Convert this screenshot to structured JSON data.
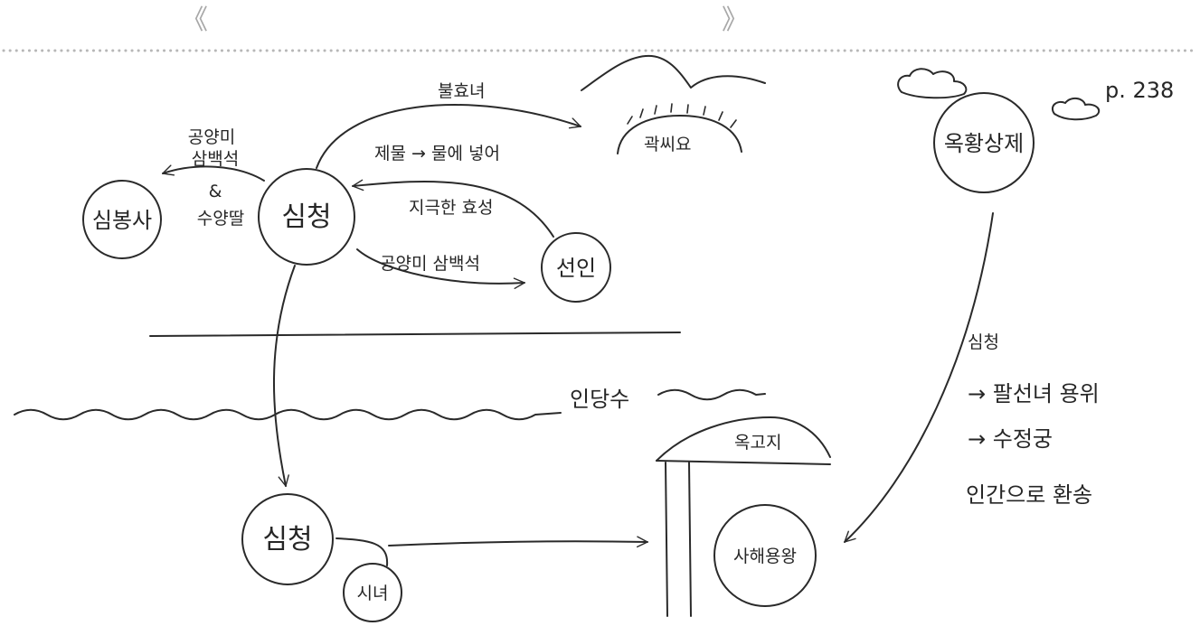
{
  "header": {
    "left_bracket": "《",
    "right_bracket": "》"
  },
  "page_ref": "p. 238",
  "nodes": {
    "shimbongsa": "심봉사",
    "shimcheong_top": "심청",
    "seonin": "선인",
    "gwakssi": "곽씨요",
    "okhwang": "옥황상제",
    "shimcheong_bottom": "심청",
    "sinyeo": "시녀",
    "sahae": "사해용왕",
    "okgoji": "옥고지"
  },
  "labels": {
    "offering_1": "공양미",
    "offering_2": "삼백석",
    "and": "&",
    "adopted_daughter": "수양딸",
    "bulhyonyeo": "불효녀",
    "sacrifice": "제물 → 물에 넣어",
    "filial_nature": "지극한 효성",
    "rice_offer": "공양미 삼백석",
    "indangsu": "인당수"
  },
  "note": {
    "title": "심청",
    "line1": "→ 팔선녀 용위",
    "line2": "→ 수정궁",
    "line3": "인간으로 환송"
  },
  "colors": {
    "ink": "#2a2a2a",
    "bracket": "#a8a8a8",
    "dotted_rule": "#b7b7b7",
    "paper": "#ffffff"
  }
}
